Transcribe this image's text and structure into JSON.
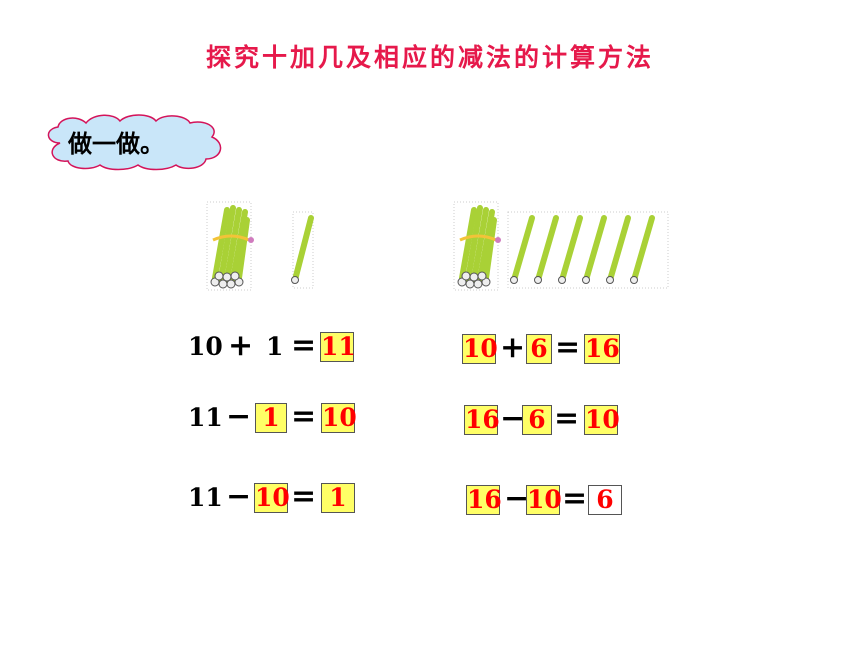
{
  "title": "探究十加几及相应的减法的计算方法",
  "cloud_label": "做一做。",
  "colors": {
    "title": "#e6194b",
    "box_fill": "#ffff66",
    "answer": "#ff0000",
    "stick": "#a9d136"
  },
  "left": {
    "eq1": {
      "a": "10",
      "op1": "+",
      "b": "1",
      "eq": "=",
      "ans": "11"
    },
    "eq2": {
      "a": "11",
      "op1": "−",
      "b": "1",
      "eq": "=",
      "ans": "10"
    },
    "eq3": {
      "a": "11",
      "op1": "−",
      "b": "10",
      "eq": "=",
      "ans": "1"
    }
  },
  "right": {
    "eq1": {
      "a": "10",
      "op1": "+",
      "b": "6",
      "eq": "=",
      "ans": "16"
    },
    "eq2": {
      "a": "16",
      "op1": "−",
      "b": "6",
      "eq": "=",
      "ans": "10"
    },
    "eq3": {
      "a": "16",
      "op1": "−",
      "b": "10",
      "eq": "=",
      "ans": "6"
    }
  },
  "illustrations": {
    "left": {
      "bundles": 1,
      "single_sticks": 1
    },
    "right": {
      "bundles": 1,
      "single_sticks": 6
    }
  }
}
